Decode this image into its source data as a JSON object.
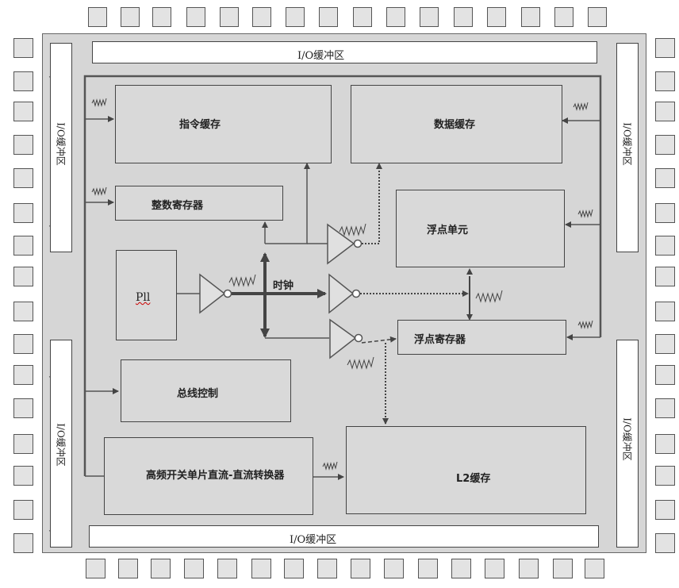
{
  "blocks": {
    "instruction_cache": "指令缓存",
    "data_cache": "数据缓存",
    "integer_register": "整数寄存器",
    "floating_point_unit": "浮点单元",
    "pll": "Pll",
    "clock": "时钟",
    "floating_point_register": "浮点寄存器",
    "bus_control": "总线控制",
    "dc_dc_converter": "高频开关单片直流-直流转换器",
    "l2_cache": "L2缓存"
  },
  "io_buffers": {
    "top": "I/O缓冲区",
    "bottom": "I/O缓冲区",
    "left_upper": "I/O缓冲区",
    "left_lower": "I/O缓冲区",
    "right_upper": "I/O缓冲区",
    "right_lower": "I/O缓冲区"
  },
  "colors": {
    "chip_fill": "#d6d6d6",
    "block_fill": "#d9d9d9",
    "line": "#444444",
    "pad_fill": "#e3e3e3"
  }
}
